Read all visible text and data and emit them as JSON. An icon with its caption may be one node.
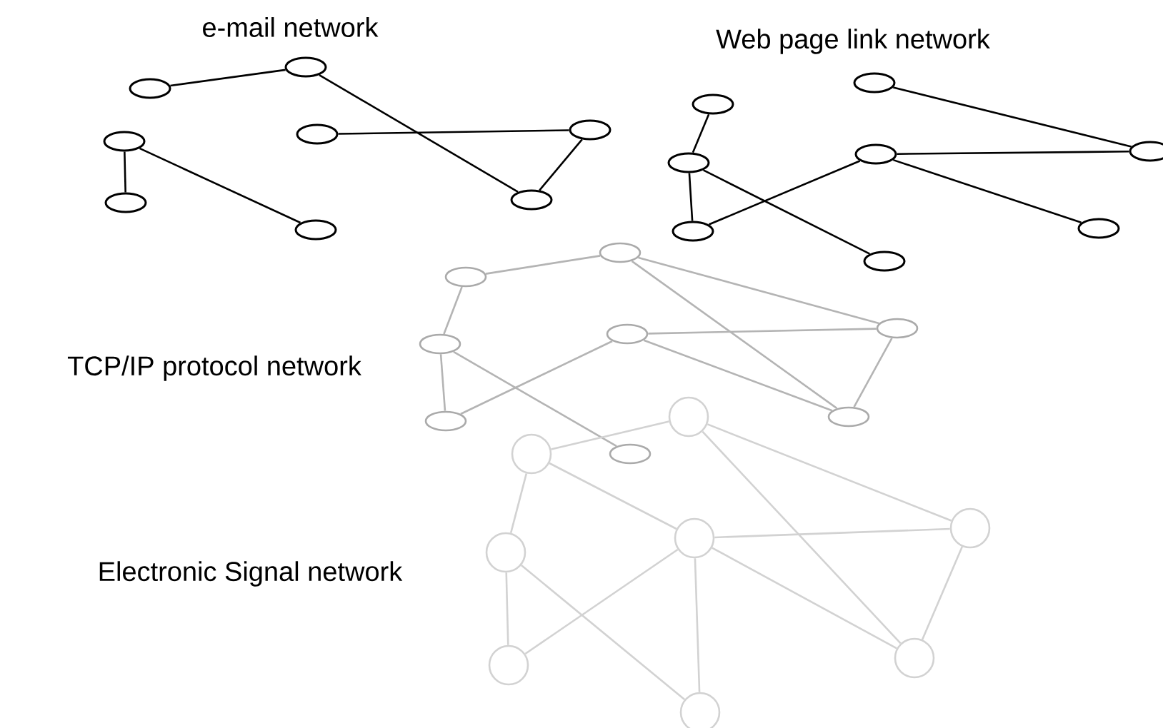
{
  "diagram": {
    "nodes": [
      {
        "text": [],
        "shape": "ellipse"
      },
      {
        "text": [],
        "shape": "ellipse"
      },
      {
        "text": [],
        "shape": "ellipse"
      },
      {
        "text": [],
        "shape": "ellipse"
      },
      {
        "text": [],
        "shape": "ellipse"
      },
      {
        "text": [],
        "shape": "ellipse"
      },
      {
        "text": [],
        "shape": "ellipse"
      },
      {
        "text": [],
        "shape": "ellipse"
      },
      {
        "text": [],
        "shape": "ellipse"
      },
      {
        "text": [],
        "shape": "ellipse"
      },
      {
        "text": [],
        "shape": "ellipse"
      },
      {
        "text": [],
        "shape": "ellipse"
      },
      {
        "text": [],
        "shape": "ellipse"
      },
      {
        "text": [],
        "shape": "ellipse"
      },
      {
        "text": [],
        "shape": "ellipse"
      },
      {
        "text": [],
        "shape": "ellipse"
      },
      {
        "text": [],
        "shape": "ellipse"
      },
      {
        "text": [],
        "shape": "ellipse"
      },
      {
        "text": [],
        "shape": "ellipse"
      },
      {
        "text": [],
        "shape": "ellipse"
      },
      {
        "text": [],
        "shape": "ellipse"
      },
      {
        "text": [],
        "shape": "ellipse"
      },
      {
        "text": [],
        "shape": "ellipse"
      },
      {
        "text": [],
        "shape": "ellipse"
      },
      {
        "text": [],
        "shape": "circle"
      },
      {
        "text": [],
        "shape": "circle"
      },
      {
        "text": [],
        "shape": "circle"
      },
      {
        "text": [],
        "shape": "circle"
      },
      {
        "text": [],
        "shape": "circle"
      },
      {
        "text": [],
        "shape": "circle"
      },
      {
        "text": [],
        "shape": "circle"
      },
      {
        "text": [],
        "shape": "circle"
      }
    ],
    "edges": [
      {
        "from": 0,
        "to": 1,
        "arrow": "none",
        "color": "#000000"
      },
      {
        "from": 1,
        "to": 7,
        "arrow": "none",
        "color": "#000000"
      },
      {
        "from": 2,
        "to": 3,
        "arrow": "none",
        "color": "#000000"
      },
      {
        "from": 3,
        "to": 7,
        "arrow": "none",
        "color": "#000000"
      },
      {
        "from": 4,
        "to": 5,
        "arrow": "none",
        "color": "#000000"
      },
      {
        "from": 4,
        "to": 6,
        "arrow": "none",
        "color": "#000000"
      },
      {
        "from": 8,
        "to": 10,
        "arrow": "none",
        "color": "#000000"
      },
      {
        "from": 9,
        "to": 12,
        "arrow": "none",
        "color": "#000000"
      },
      {
        "from": 11,
        "to": 12,
        "arrow": "none",
        "color": "#000000"
      },
      {
        "from": 10,
        "to": 13,
        "arrow": "none",
        "color": "#000000"
      },
      {
        "from": 10,
        "to": 14,
        "arrow": "none",
        "color": "#000000"
      },
      {
        "from": 11,
        "to": 13,
        "arrow": "none",
        "color": "#000000"
      },
      {
        "from": 11,
        "to": 15,
        "arrow": "none",
        "color": "#000000"
      },
      {
        "from": 16,
        "to": 17,
        "arrow": "none",
        "color": "#b4b4b4"
      },
      {
        "from": 16,
        "to": 18,
        "arrow": "none",
        "color": "#b4b4b4"
      },
      {
        "from": 17,
        "to": 20,
        "arrow": "none",
        "color": "#b4b4b4"
      },
      {
        "from": 17,
        "to": 22,
        "arrow": "none",
        "color": "#b4b4b4"
      },
      {
        "from": 19,
        "to": 20,
        "arrow": "none",
        "color": "#b4b4b4"
      },
      {
        "from": 19,
        "to": 22,
        "arrow": "none",
        "color": "#b4b4b4"
      },
      {
        "from": 18,
        "to": 21,
        "arrow": "none",
        "color": "#b4b4b4"
      },
      {
        "from": 18,
        "to": 23,
        "arrow": "none",
        "color": "#b4b4b4"
      },
      {
        "from": 19,
        "to": 21,
        "arrow": "none",
        "color": "#b4b4b4"
      },
      {
        "from": 20,
        "to": 22,
        "arrow": "none",
        "color": "#b4b4b4"
      },
      {
        "from": 24,
        "to": 25,
        "arrow": "none",
        "color": "#d2d2d2"
      },
      {
        "from": 24,
        "to": 26,
        "arrow": "none",
        "color": "#d2d2d2"
      },
      {
        "from": 24,
        "to": 27,
        "arrow": "none",
        "color": "#d2d2d2"
      },
      {
        "from": 25,
        "to": 28,
        "arrow": "none",
        "color": "#d2d2d2"
      },
      {
        "from": 25,
        "to": 31,
        "arrow": "none",
        "color": "#d2d2d2"
      },
      {
        "from": 26,
        "to": 29,
        "arrow": "none",
        "color": "#d2d2d2"
      },
      {
        "from": 26,
        "to": 30,
        "arrow": "none",
        "color": "#d2d2d2"
      },
      {
        "from": 27,
        "to": 28,
        "arrow": "none",
        "color": "#d2d2d2"
      },
      {
        "from": 27,
        "to": 29,
        "arrow": "none",
        "color": "#d2d2d2"
      },
      {
        "from": 27,
        "to": 30,
        "arrow": "none",
        "color": "#d2d2d2"
      },
      {
        "from": 27,
        "to": 31,
        "arrow": "none",
        "color": "#d2d2d2"
      },
      {
        "from": 28,
        "to": 31,
        "arrow": "none",
        "color": "#d2d2d2"
      }
    ],
    "labels": [
      "e-mail network",
      "Web page link network",
      "TCP/IP protocol network",
      "Electronic Signal network"
    ]
  }
}
